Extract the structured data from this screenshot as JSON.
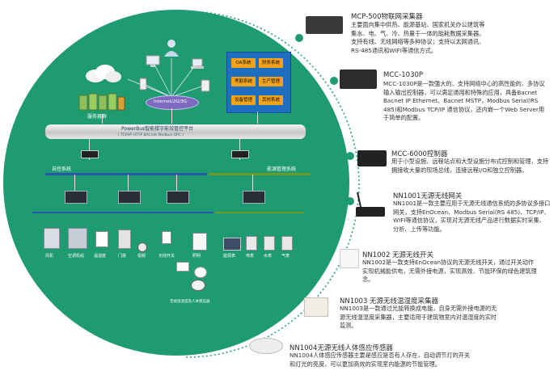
{
  "diagram": {
    "platform_label": "PowerBus智能楼宇能效管控平台",
    "platform_sub": "( TCP/IP HTTP BACnet Modbus OPC )",
    "cloud_label": "Internet/2G/3G",
    "server_label": "服务器群",
    "business_systems": [
      "OA系统",
      "财务系统",
      "考勤系统",
      "生产管理",
      "设备管理",
      "其他系统"
    ],
    "left_branch_label": "自控系统",
    "right_branch_label": "能源管理系统",
    "bottom_labels": [
      "风机",
      "空调机组",
      "温湿度",
      "门禁",
      "视频",
      "无线开关",
      "照明",
      "能源表",
      "电表",
      "水表",
      "气表"
    ],
    "wireless_caption": "无线温湿度及人体感应器",
    "colors": {
      "green": "#1f9b72",
      "orange": "#f2a31b",
      "blue": "#1f6fc0",
      "bus_blue": "#2855a8",
      "bus_green": "#6a9a2a"
    }
  },
  "products": [
    {
      "title": "MCP-500物联网采集器",
      "desc": "主要面向集中供热、能源基站、国家机关办公建筑等集水、电、气、冷、热量于一体的能耗数据采集器。支持有线、无线网络等多种协议；支持以太网通讯、RS-485通讯和WIFI等通信方式。"
    },
    {
      "title": "MCC-1030P",
      "desc": "MCC-1030P是一款强大的、支持网络中心的高性能的、多协议输入输出控制器，可以满足通用和特殊的应用，具备Bacnet Bacnet IP Ethernet、Bacnet MSTP，Modbus Serial(RS 485)和Modbus TCP/IP 通信协议，还内嵌一个Web Server用于简单的配置。"
    },
    {
      "title": "MCC-6000控制器",
      "desc": "用于小型设施、远程站点和大型设施分布式控制和管理，支持拥接收大量的现场总线，连接远程I/O和独立控制器。"
    },
    {
      "title": "NN1001无源无线网关",
      "desc": "NN1001是一款主要应用于无源无线通信系统的多协议多接口网关，支持EnOcean、Modbus Serial(RS 485)、TCP/IP、WIFI等通信协议，实现对无源无线产品进行数据实时采集、分析、上传等功能。"
    },
    {
      "title": "NN1002 无源无线开关",
      "desc": "NN1002是一款支持EnOcean协议的无源无线开关，通过开关动作实现机械能供电，无需外接电源，实现高效、节能环保的绿色建筑理念。"
    },
    {
      "title": "NN1003 无源无线温湿度采集器",
      "desc": "NN1003是一款通过光能转换成电能，自身无需外接电源的无源无线温湿度采集器，主要适用于建筑物室内对温湿度的实时监测。"
    },
    {
      "title": "NN1004无源无线人体感应传感器",
      "desc": "NN1004人体感应传感器主要是感应是否有人存在，自动调节灯的开关和灯光的亮度，可以更加高效的实现室内能源的节能管理。"
    }
  ]
}
